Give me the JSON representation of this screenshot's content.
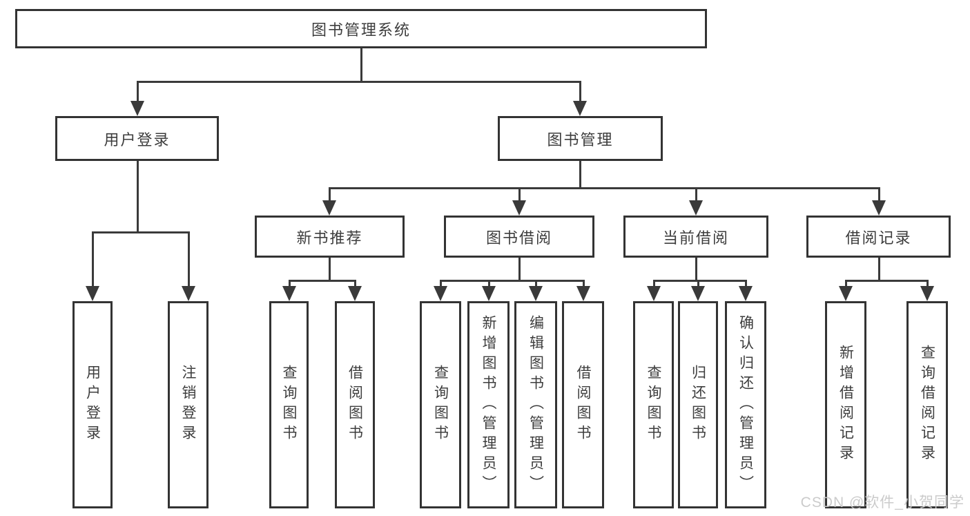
{
  "colors": {
    "line": "#3a3a3a",
    "border": "#333333",
    "text": "#3d3d3d",
    "watermark": "#c9c9c9",
    "background": "#ffffff"
  },
  "watermark": "CSDN @软件_小贺同学",
  "tree": {
    "label": "图书管理系统",
    "children": [
      {
        "label": "用户登录",
        "children": [
          {
            "label": "用户登录"
          },
          {
            "label": "注销登录"
          }
        ]
      },
      {
        "label": "图书管理",
        "children": [
          {
            "label": "新书推荐",
            "children": [
              {
                "label": "查询图书"
              },
              {
                "label": "借阅图书"
              }
            ]
          },
          {
            "label": "图书借阅",
            "children": [
              {
                "label": "查询图书"
              },
              {
                "label": "新增图书（管理员）"
              },
              {
                "label": "编辑图书（管理员）"
              },
              {
                "label": "借阅图书"
              }
            ]
          },
          {
            "label": "当前借阅",
            "children": [
              {
                "label": "查询图书"
              },
              {
                "label": "归还图书"
              },
              {
                "label": "确认归还（管理员）"
              }
            ]
          },
          {
            "label": "借阅记录",
            "children": [
              {
                "label": "新增借阅记录"
              },
              {
                "label": "查询借阅记录"
              }
            ]
          }
        ]
      }
    ]
  }
}
